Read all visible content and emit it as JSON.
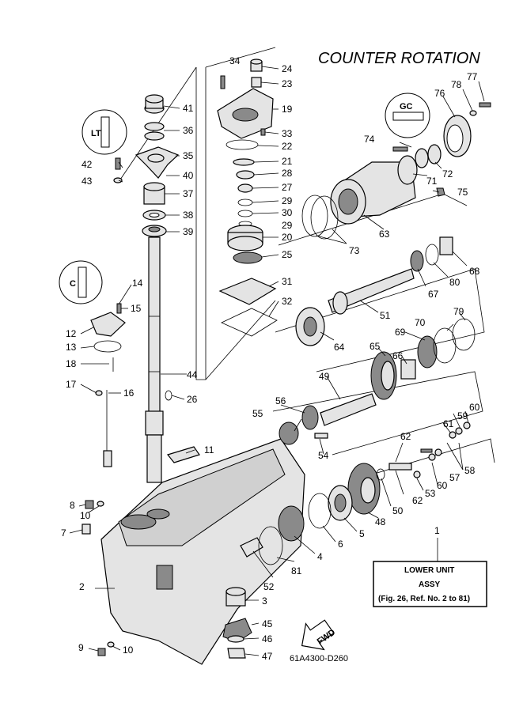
{
  "title": "COUNTER ROTATION",
  "diagram_code": "61A4300-D260",
  "fwd_label": "FWD",
  "info_box": {
    "line1": "LOWER UNIT",
    "line2": "ASSY",
    "line3": "(Fig. 26, Ref. No. 2 to 81)"
  },
  "tool_marks": {
    "lt": "LT",
    "gc": "GC",
    "grease": "C"
  },
  "callouts": {
    "n1": "1",
    "n2": "2",
    "n3": "3",
    "n4": "4",
    "n5": "5",
    "n6": "6",
    "n7": "7",
    "n8": "8",
    "n9": "9",
    "n10a": "10",
    "n10b": "10",
    "n11": "11",
    "n12": "12",
    "n13": "13",
    "n14": "14",
    "n15": "15",
    "n16": "16",
    "n17": "17",
    "n18": "18",
    "n19": "19",
    "n20": "20",
    "n21": "21",
    "n22": "22",
    "n23": "23",
    "n24": "24",
    "n25": "25",
    "n26": "26",
    "n27": "27",
    "n28": "28",
    "n29a": "29",
    "n29b": "29",
    "n30": "30",
    "n31": "31",
    "n32": "32",
    "n33": "33",
    "n34": "34",
    "n35": "35",
    "n36": "36",
    "n37": "37",
    "n38": "38",
    "n39": "39",
    "n40": "40",
    "n41": "41",
    "n42": "42",
    "n43": "43",
    "n44": "44",
    "n45": "45",
    "n46": "46",
    "n47": "47",
    "n48": "48",
    "n49": "49",
    "n50": "50",
    "n51": "51",
    "n52": "52",
    "n53": "53",
    "n54": "54",
    "n55": "55",
    "n56": "56",
    "n57": "57",
    "n58": "58",
    "n59": "59",
    "n60a": "60",
    "n60b": "60",
    "n61": "61",
    "n62a": "62",
    "n62b": "62",
    "n63": "63",
    "n64": "64",
    "n65": "65",
    "n66": "66",
    "n67": "67",
    "n68": "68",
    "n69": "69",
    "n70": "70",
    "n71": "71",
    "n72": "72",
    "n73": "73",
    "n74": "74",
    "n75": "75",
    "n76": "76",
    "n77": "77",
    "n78": "78",
    "n79": "79",
    "n80": "80",
    "n81": "81"
  }
}
